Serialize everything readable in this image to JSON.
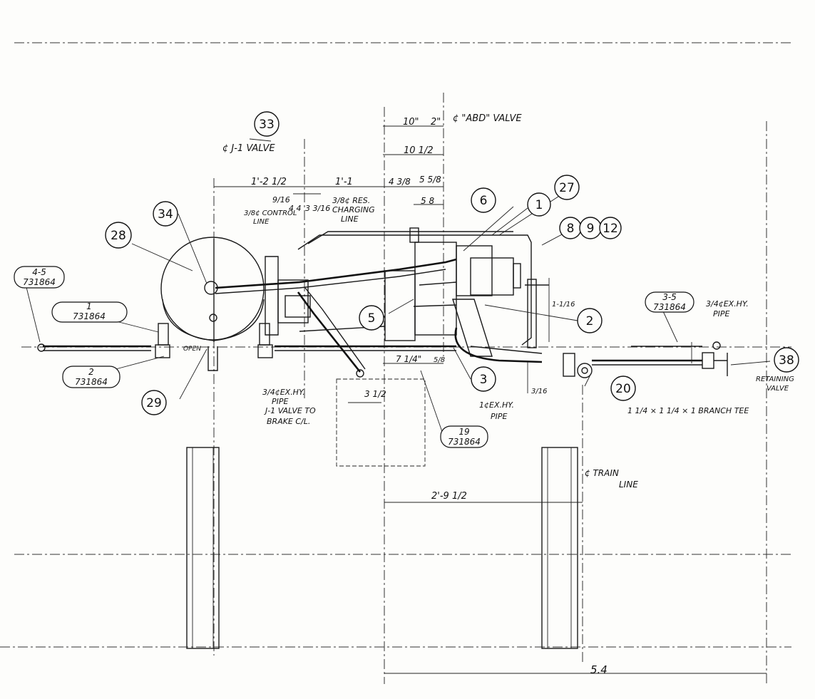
{
  "callouts": [
    "33",
    "34",
    "28",
    "5",
    "6",
    "1",
    "27",
    "8",
    "9",
    "12",
    "2",
    "3",
    "20",
    "29",
    "38"
  ],
  "references": {
    "ref_4_5": {
      "top": "4-5",
      "bottom": "731864"
    },
    "ref_1": {
      "top": "1",
      "bottom": "731864"
    },
    "ref_2": {
      "top": "2",
      "bottom": "731864"
    },
    "ref_3_5": {
      "top": "3-5",
      "bottom": "731864"
    },
    "ref_19": {
      "top": "19",
      "bottom": "731864"
    }
  },
  "notes": {
    "abd_valve": "¢ \"ABD\" VALVE",
    "j1_valve": "¢ J-1 VALVE",
    "control_line_1": "3/8¢ CONTROL",
    "control_line_2": "LINE",
    "res_charging_1": "3/8¢ RES.",
    "res_charging_2": "CHARGING",
    "res_charging_3": "LINE",
    "exhy_pipe_a_1": "3/4¢EX.HY.",
    "exhy_pipe_a_2": "PIPE",
    "exhy_pipe_a_3": "J-1 VALVE TO",
    "exhy_pipe_a_4": "BRAKE C/L.",
    "exhy_pipe_b_1": "1¢EX.HY.",
    "exhy_pipe_b_2": "PIPE",
    "exhy_pipe_c_1": "3/4¢EX.HY.",
    "exhy_pipe_c_2": "PIPE",
    "branch_tee": "1 1/4 × 1 1/4 × 1 BRANCH TEE",
    "retaining_valve_1": "RETAINING",
    "retaining_valve_2": "VALVE",
    "train_line_1": "¢ TRAIN",
    "train_line_2": "LINE",
    "open": "OPEN",
    "sheet_number": "5.4"
  },
  "dimensions": {
    "d_10": "10\"",
    "d_2": "2\"",
    "d_10_half": "10 1/2",
    "d_1_2_half": "1'-2 1/2",
    "d_1_1": "1'-1",
    "d_4_3_8": "4 3/8",
    "d_5_5_8": "5 5/8",
    "d_9_16": "9/16",
    "d_4_4": "4 4",
    "d_3_3_16": "3 3/16",
    "d_5_8": "5 8",
    "d_7_quarter": "7 1/4\"",
    "d_5_8_low": "5/8",
    "d_3_half": "3 1/2",
    "d_2_9_half": "2'-9 1/2",
    "d_1_1_16": "1-1/16",
    "d_3_16": "3/16"
  }
}
